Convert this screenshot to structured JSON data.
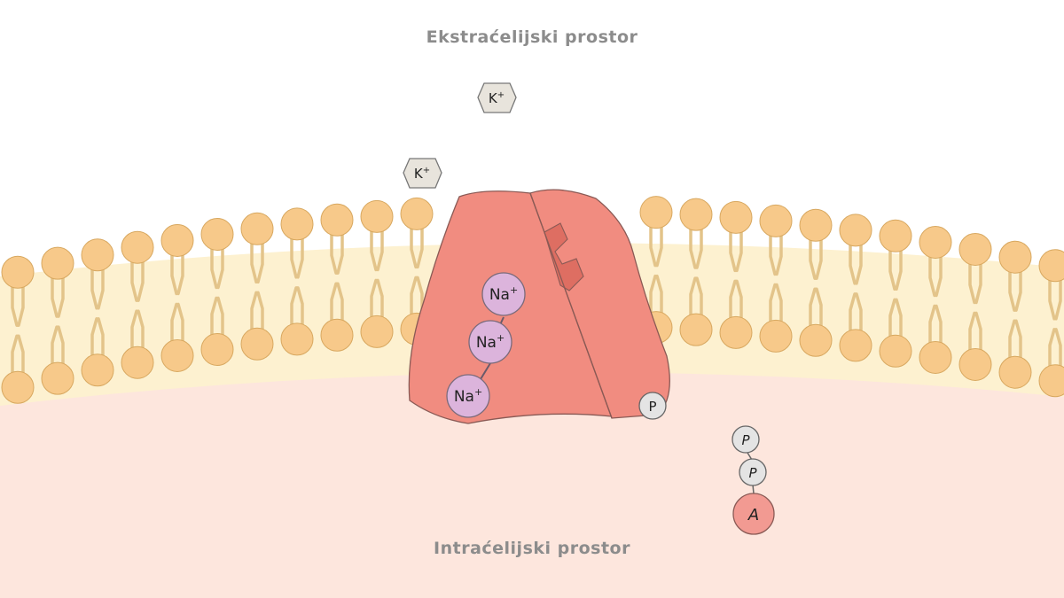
{
  "labels": {
    "extracellular": "Ekstraćelijski prostor",
    "intracellular": "Intraćelijski prostor"
  },
  "ions": {
    "potassium": "K",
    "sodium": "Na",
    "charge": "+",
    "phosphate": "P",
    "atp_phosphate": "P",
    "adenosine": "A"
  },
  "colors": {
    "cytoplasm": "#fde6dd",
    "membrane_band": "#fdf1d0",
    "lipid_head": "#f7c98a",
    "pump": "#f18c80",
    "sodium_ion": "#dcb4dc",
    "potassium_ion": "#e8e4dc",
    "phosphate": "#e4e4e4",
    "adenosine": "#f29a92"
  }
}
